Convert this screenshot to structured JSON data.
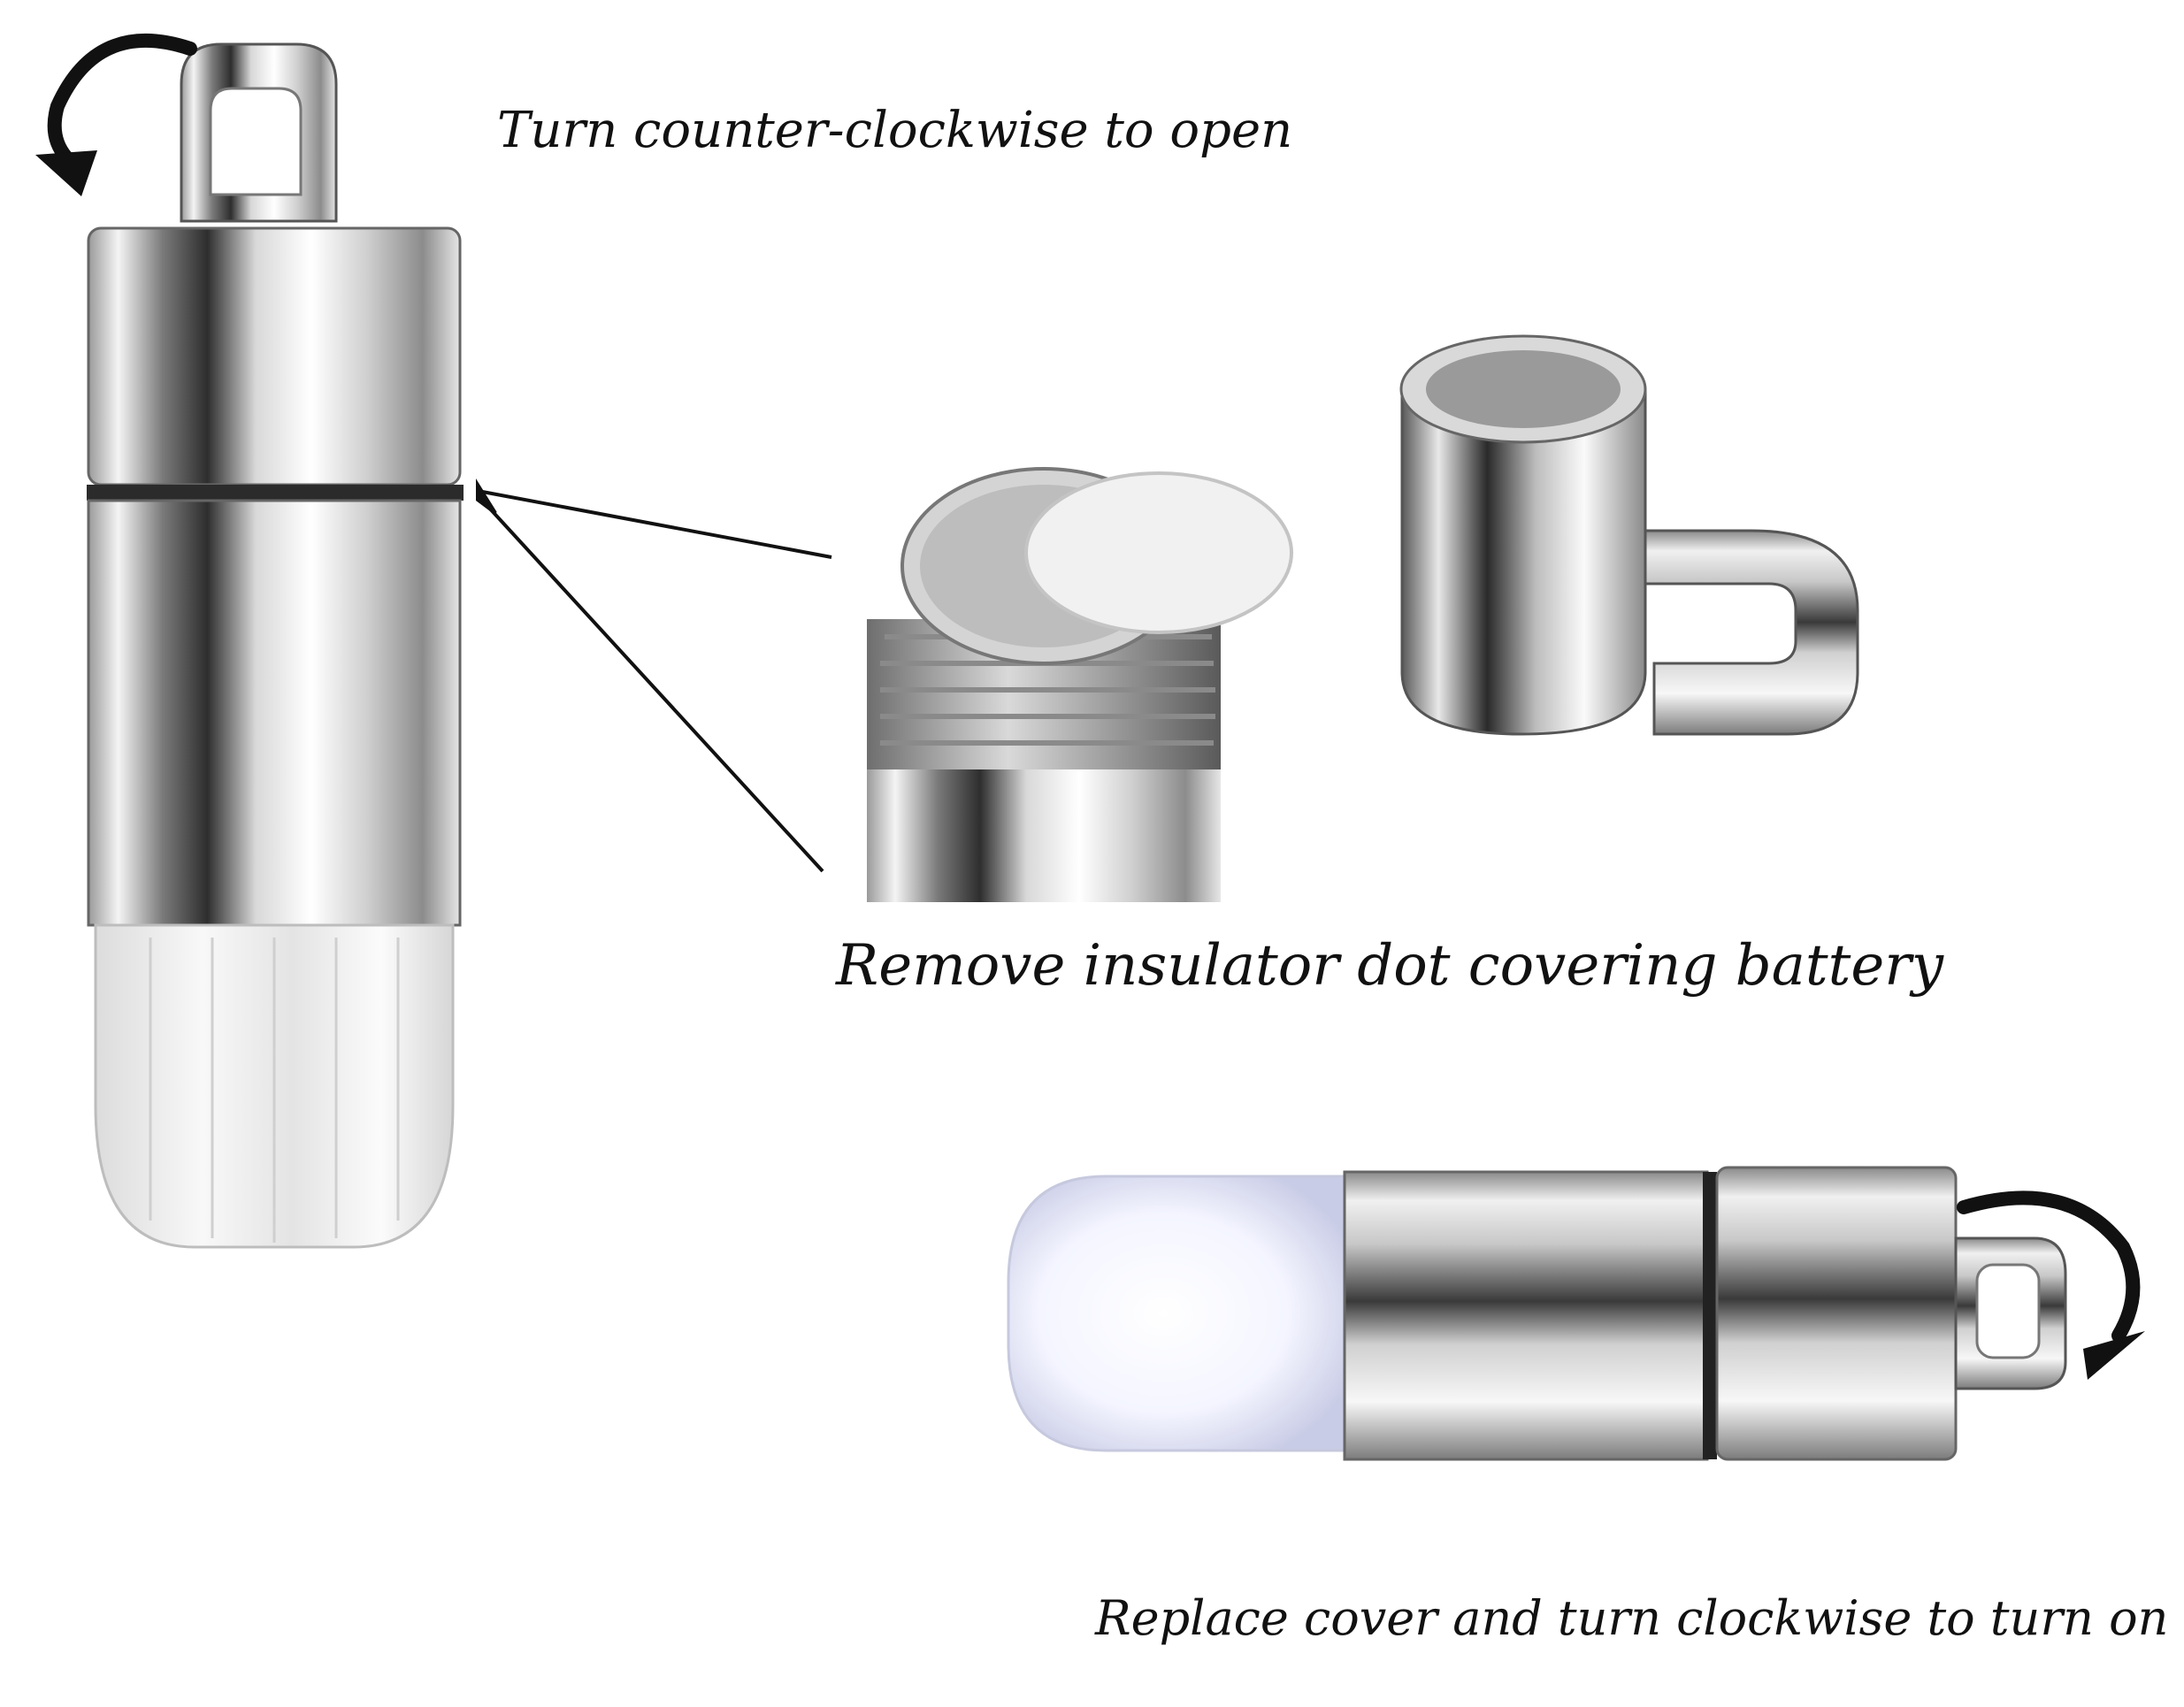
{
  "captions": {
    "step1": "Turn counter-clockwise to open",
    "step2": "Remove insulator dot covering battery",
    "step3": "Replace cover and turn clockwise to turn on"
  },
  "colors": {
    "background": "#ffffff",
    "text": "#111111",
    "metal_light": "#f2f2f2",
    "metal_dark": "#3a3a3a",
    "led_glow": "#eef0ff"
  },
  "icons": {
    "arrow1": "counter-clockwise-arrow-icon",
    "arrow2": "clockwise-arrow-icon"
  }
}
